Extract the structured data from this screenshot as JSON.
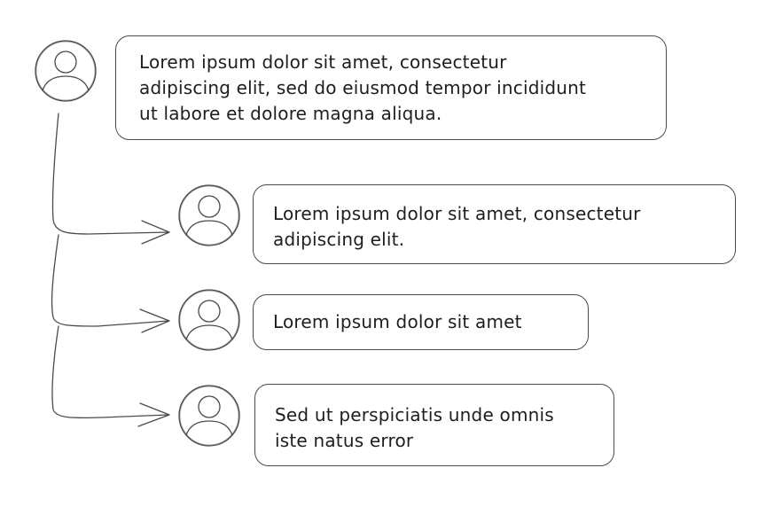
{
  "thread": {
    "main_comment": "Lorem ipsum dolor sit amet, consectetur\nadipiscing elit, sed do eiusmod tempor incididunt\nut labore et dolore magna aliqua.",
    "replies": [
      "Lorem ipsum dolor sit amet, consectetur\nadipiscing elit.",
      "Lorem ipsum dolor sit amet",
      "Sed ut perspiciatis unde omnis\niste natus error"
    ]
  },
  "icons": {
    "avatar": "user-avatar-icon",
    "connector": "arrow-right-icon"
  },
  "colors": {
    "stroke": "#4a4a4a",
    "text": "#1e1e1e",
    "background": "#ffffff"
  }
}
